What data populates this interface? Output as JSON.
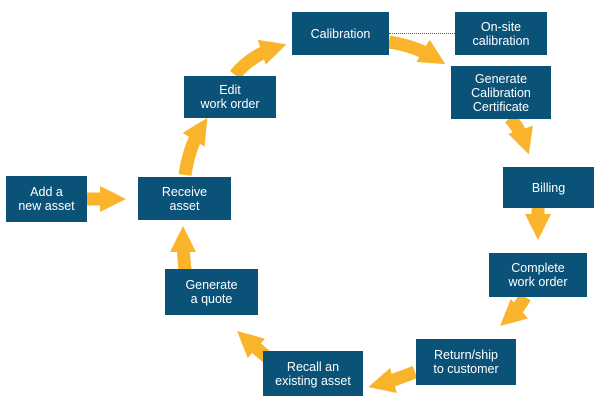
{
  "colors": {
    "box": "#0b5278",
    "arrow": "#f9b42c",
    "text": "#ffffff"
  },
  "nodes": {
    "add_asset": "Add a\nnew asset",
    "receive_asset": "Receive\nasset",
    "edit_work_order": "Edit\nwork order",
    "calibration": "Calibration",
    "onsite_calibration": "On-site\ncalibration",
    "generate_certificate": "Generate\nCalibration\nCertificate",
    "billing": "Billing",
    "complete_work_order": "Complete\nwork order",
    "return_ship": "Return/ship\nto customer",
    "recall_asset": "Recall an\nexisting asset",
    "generate_quote": "Generate\na quote"
  }
}
